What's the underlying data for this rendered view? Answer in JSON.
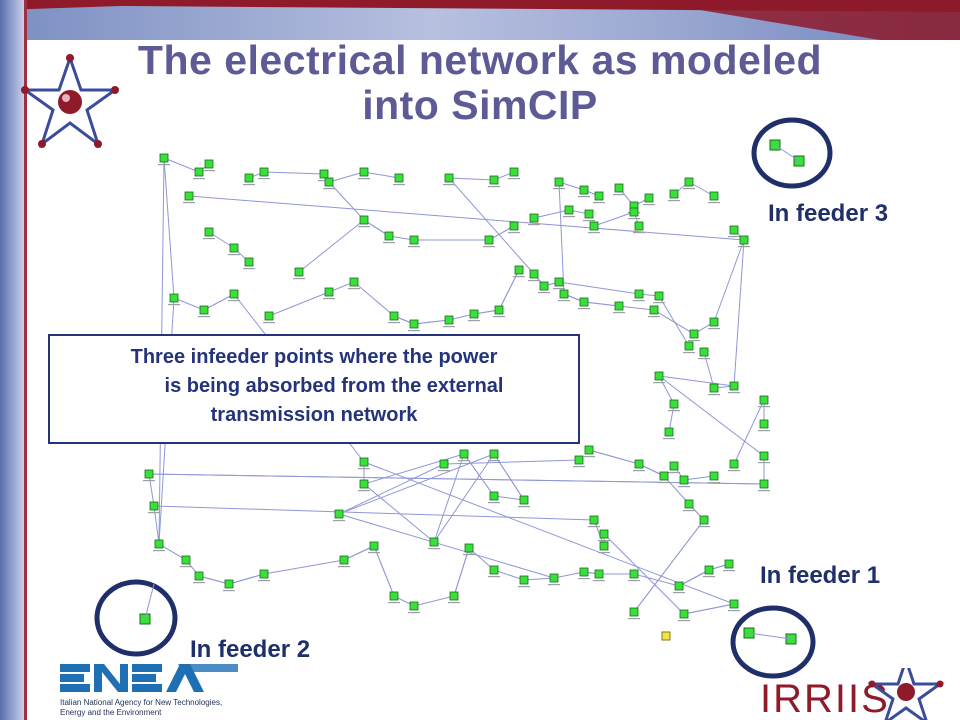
{
  "slide": {
    "title": "The electrical network as modeled into SimCIP",
    "callout": {
      "lines": [
        "Three infeeder points where the power",
        "is being absorbed from the external",
        "transmission network"
      ]
    },
    "feeders": [
      {
        "label": "In feeder 3"
      },
      {
        "label": "In feeder 1"
      },
      {
        "label": "In feeder 2"
      }
    ]
  },
  "logos": {
    "enea": {
      "wordmark": "ENEA",
      "caption_lines": [
        "Italian National Agency for New Technologies,",
        "Energy and the Environment"
      ]
    },
    "irriis": {
      "wordmark": "IRRIIS"
    }
  },
  "colors": {
    "title": "#5c5b96",
    "node_fill": "#39e03a",
    "node_border": "#1b6b1f",
    "edge": "#8f97d6",
    "feeder_ring": "#1e2f6a",
    "accent_red": "#8e1a2a",
    "accent_blue": "#5a6fa8"
  },
  "icons": {
    "star_logo": "star-icon",
    "substation_node": "substation-icon"
  }
}
